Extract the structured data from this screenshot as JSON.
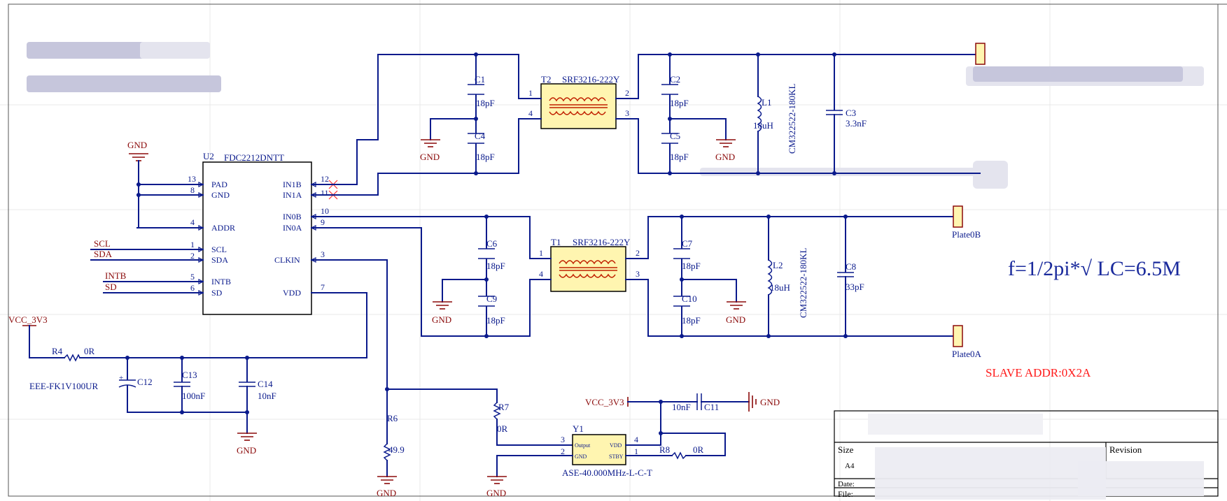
{
  "ic_u2": {
    "ref": "U2",
    "part": "FDC2212DNTT",
    "left_pins": [
      {
        "num": "13",
        "name": "PAD"
      },
      {
        "num": "8",
        "name": "GND"
      },
      {
        "num": "4",
        "name": "ADDR"
      },
      {
        "num": "1",
        "name": "SCL"
      },
      {
        "num": "2",
        "name": "SDA"
      },
      {
        "num": "5",
        "name": "INTB"
      },
      {
        "num": "6",
        "name": "SD"
      }
    ],
    "right_pins": [
      {
        "num": "12",
        "name": "IN1B"
      },
      {
        "num": "11",
        "name": "IN1A"
      },
      {
        "num": "10",
        "name": "IN0B"
      },
      {
        "num": "9",
        "name": "IN0A"
      },
      {
        "num": "3",
        "name": "CLKIN"
      },
      {
        "num": "7",
        "name": "VDD"
      }
    ]
  },
  "nets": {
    "gnd": "GND",
    "vcc": "VCC_3V3",
    "scl": "SCL",
    "sda": "SDA",
    "intb": "INTB",
    "sd": "SD",
    "plate0b": "Plate0B",
    "plate0a": "Plate0A"
  },
  "transformers": {
    "t2": {
      "ref": "T2",
      "part": "SRF3216-222Y",
      "pins": [
        "1",
        "2",
        "4",
        "3"
      ]
    },
    "t1": {
      "ref": "T1",
      "part": "SRF3216-222Y",
      "pins": [
        "1",
        "2",
        "4",
        "3"
      ]
    }
  },
  "capacitors": {
    "c1": {
      "ref": "C1",
      "value": "18pF"
    },
    "c4": {
      "ref": "C4",
      "value": "18pF"
    },
    "c2": {
      "ref": "C2",
      "value": "18pF"
    },
    "c5": {
      "ref": "C5",
      "value": "18pF"
    },
    "c3": {
      "ref": "C3",
      "value": "3.3nF"
    },
    "c6": {
      "ref": "C6",
      "value": "18pF"
    },
    "c9": {
      "ref": "C9",
      "value": "18pF"
    },
    "c7": {
      "ref": "C7",
      "value": "18pF"
    },
    "c10": {
      "ref": "C10",
      "value": "18pF"
    },
    "c8": {
      "ref": "C8",
      "value": "33pF"
    },
    "c12": {
      "ref": "C12",
      "part": "EEE-FK1V100UR"
    },
    "c13": {
      "ref": "C13",
      "value": "100nF"
    },
    "c14": {
      "ref": "C14",
      "value": "10nF"
    },
    "c11": {
      "ref": "C11",
      "value": "10nF"
    }
  },
  "inductors": {
    "l1": {
      "ref": "L1",
      "value": "18uH",
      "part": "CM322522-180KL"
    },
    "l2": {
      "ref": "L2",
      "value": "18uH",
      "part": "CM322522-180KL"
    }
  },
  "resistors": {
    "r4": {
      "ref": "R4",
      "value": "0R"
    },
    "r6": {
      "ref": "R6",
      "value": "49.9"
    },
    "r7": {
      "ref": "R7",
      "value": "0R"
    },
    "r8": {
      "ref": "R8",
      "value": "0R"
    }
  },
  "oscillator": {
    "ref": "Y1",
    "part": "ASE-40.000MHz-L-C-T",
    "pin_output": "Output",
    "pin_gnd": "GND",
    "pin_vdd": "VDD",
    "pin_stby": "STBY",
    "pins": [
      "3",
      "2",
      "4",
      "1"
    ]
  },
  "annotations": {
    "formula": "f=1/2pi*√ LC=6.5M",
    "slave_addr": "SLAVE ADDR:0X2A"
  },
  "title_block": {
    "size_label": "Size",
    "revision_label": "Revision",
    "size_value": "A4",
    "date_label": "Date:",
    "file_label": "File:"
  },
  "colors": {
    "wire": "#0a1a8c",
    "power_symbol": "#8b0a0a",
    "annotation": "#ff1a1a",
    "component_fill": "#fff5b0"
  }
}
